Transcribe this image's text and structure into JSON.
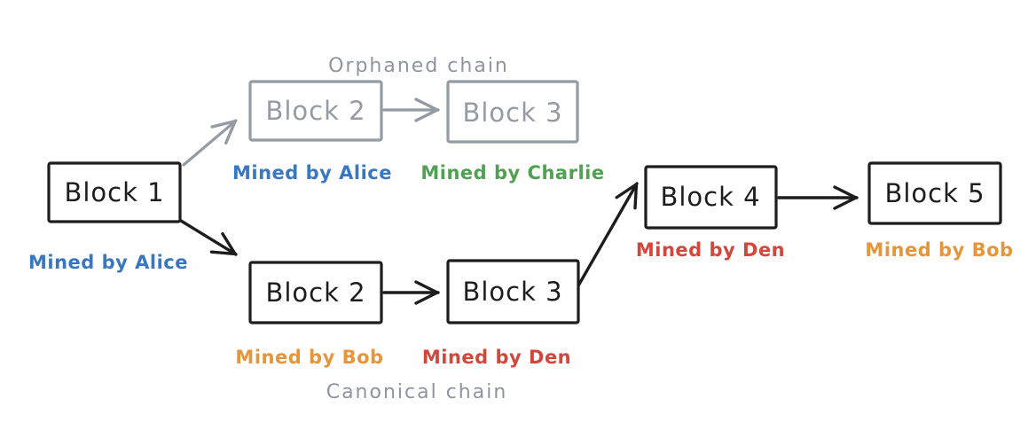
{
  "diagram": {
    "type": "blockchain-fork-diagram",
    "chain_labels": {
      "orphaned": "Orphaned chain",
      "canonical": "Canonical chain"
    },
    "blocks": [
      {
        "id": "block-1",
        "label": "Block 1",
        "miner": "Mined by Alice",
        "miner_color": "#3878c2",
        "chain": "shared",
        "box_color": "#1d1d1d"
      },
      {
        "id": "orphaned-block-2",
        "label": "Block 2",
        "miner": "Mined by Alice",
        "miner_color": "#3878c2",
        "chain": "orphaned",
        "box_color": "#949ba3"
      },
      {
        "id": "orphaned-block-3",
        "label": "Block 3",
        "miner": "Mined by Charlie",
        "miner_color": "#50a153",
        "chain": "orphaned",
        "box_color": "#949ba3"
      },
      {
        "id": "canonical-block-2",
        "label": "Block 2",
        "miner": "Mined by Bob",
        "miner_color": "#e5953a",
        "chain": "canonical",
        "box_color": "#1d1d1d"
      },
      {
        "id": "canonical-block-3",
        "label": "Block 3",
        "miner": "Mined by Den",
        "miner_color": "#d3463b",
        "chain": "canonical",
        "box_color": "#1d1d1d"
      },
      {
        "id": "block-4",
        "label": "Block 4",
        "miner": "Mined by Den",
        "miner_color": "#d3463b",
        "chain": "canonical",
        "box_color": "#1d1d1d"
      },
      {
        "id": "block-5",
        "label": "Block 5",
        "miner": "Mined by Bob",
        "miner_color": "#e5953a",
        "chain": "canonical",
        "box_color": "#1d1d1d"
      }
    ],
    "edges": [
      {
        "from": "block-1",
        "to": "orphaned-block-2",
        "style": "gray-diagonal-up"
      },
      {
        "from": "orphaned-block-2",
        "to": "orphaned-block-3",
        "style": "gray-horizontal"
      },
      {
        "from": "block-1",
        "to": "canonical-block-2",
        "style": "black-diagonal-down"
      },
      {
        "from": "canonical-block-2",
        "to": "canonical-block-3",
        "style": "black-horizontal"
      },
      {
        "from": "canonical-block-3",
        "to": "block-4",
        "style": "black-diagonal-up"
      },
      {
        "from": "block-4",
        "to": "block-5",
        "style": "black-horizontal"
      }
    ],
    "colors": {
      "ink": "#1d1d1d",
      "muted_box": "#949ba3",
      "muted_text": "#8e959e",
      "blue": "#3878c2",
      "green": "#50a153",
      "orange": "#e5953a",
      "red": "#d3463b",
      "background": "#ffffff"
    }
  }
}
